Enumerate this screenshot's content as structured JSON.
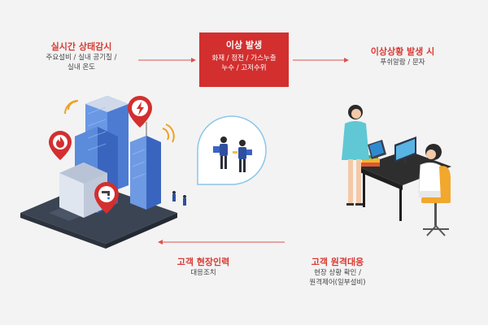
{
  "center_box": {
    "title": "이상 발생",
    "line1": "화재 / 정전 / 가스누출",
    "line2": "누수 / 고저수위"
  },
  "monitoring": {
    "title": "실시간 상태감시",
    "line1": "주요설비 / 실내 공기질 /",
    "line2": "실내 온도"
  },
  "alert": {
    "title": "이상상황 발생 시",
    "line1": "푸쉬알람 / 문자"
  },
  "dispatch": {
    "title": "고객 현장인력",
    "line1": "대응조치"
  },
  "remote": {
    "title": "고객 원격대응",
    "line1": "현장 상황 확인 /",
    "line2": "원격제어(일부설비)"
  },
  "colors": {
    "accent": "#d32f2f",
    "arrow": "#d9534f",
    "background": "#f3f3f3"
  }
}
